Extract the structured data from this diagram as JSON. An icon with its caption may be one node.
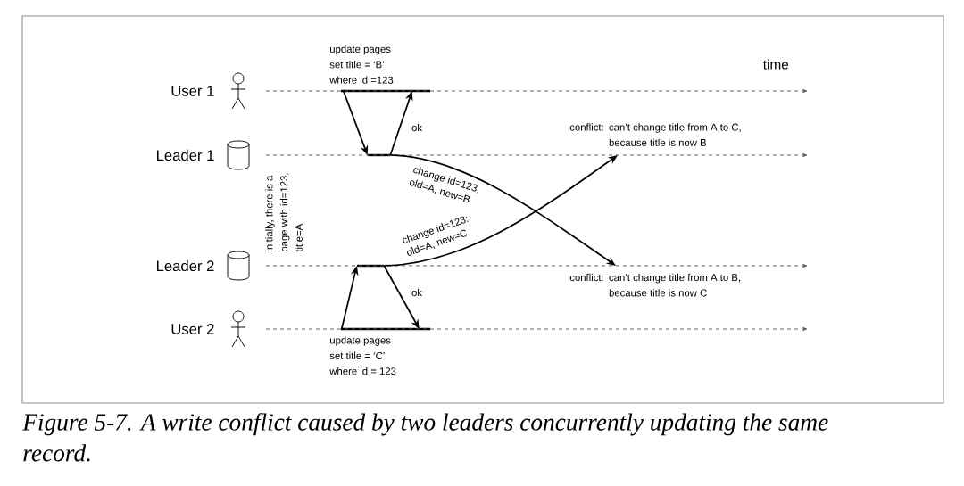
{
  "diagram": {
    "caption": "Figure 5-7. A write conflict caused by two leaders concurrently updating the same record.",
    "nodes": [
      {
        "text": [
          "User 1"
        ]
      },
      {
        "text": [
          "Leader 1"
        ]
      },
      {
        "text": [
          "Leader 2"
        ]
      },
      {
        "text": [
          "User 2"
        ]
      },
      {
        "text": [],
        "shape": "bar",
        "beside": [
          "update pages set title = ‘B’ where id =123"
        ]
      },
      {
        "text": [],
        "shape": "bar"
      },
      {
        "text": [],
        "shape": "bar"
      },
      {
        "text": [],
        "shape": "bar",
        "beside": [
          "update pages set title = ‘C’ where id = 123"
        ]
      },
      {
        "text": [
          "conflict:",
          "can’t change title from A to C, because title is now B"
        ]
      },
      {
        "text": [
          "conflict:",
          "can’t change title from A to B, because title is now C"
        ]
      }
    ],
    "edges": [
      {
        "from": 0,
        "to": null,
        "arrow": "to",
        "style": "dashed",
        "color": "#555555"
      },
      {
        "from": 1,
        "to": null,
        "arrow": "to",
        "style": "dashed",
        "color": "#555555"
      },
      {
        "from": 2,
        "to": null,
        "arrow": "to",
        "style": "dashed",
        "color": "#555555"
      },
      {
        "from": 3,
        "to": null,
        "arrow": "to",
        "style": "dashed",
        "color": "#555555"
      },
      {
        "from": 4,
        "to": 5,
        "arrow": "to"
      },
      {
        "from": 5,
        "to": 4,
        "arrow": "to",
        "label": "ok"
      },
      {
        "from": 5,
        "to": 9,
        "arrow": "to",
        "label": "change id=123, old=A, new=B"
      },
      {
        "from": 7,
        "to": 6,
        "arrow": "to"
      },
      {
        "from": 6,
        "to": 7,
        "arrow": "to",
        "label": "ok"
      },
      {
        "from": 6,
        "to": 8,
        "arrow": "to",
        "label": "change id=123: old=A, new=C"
      }
    ],
    "labels": [
      "time",
      "initially, there is a page with id=123, title=A"
    ]
  }
}
